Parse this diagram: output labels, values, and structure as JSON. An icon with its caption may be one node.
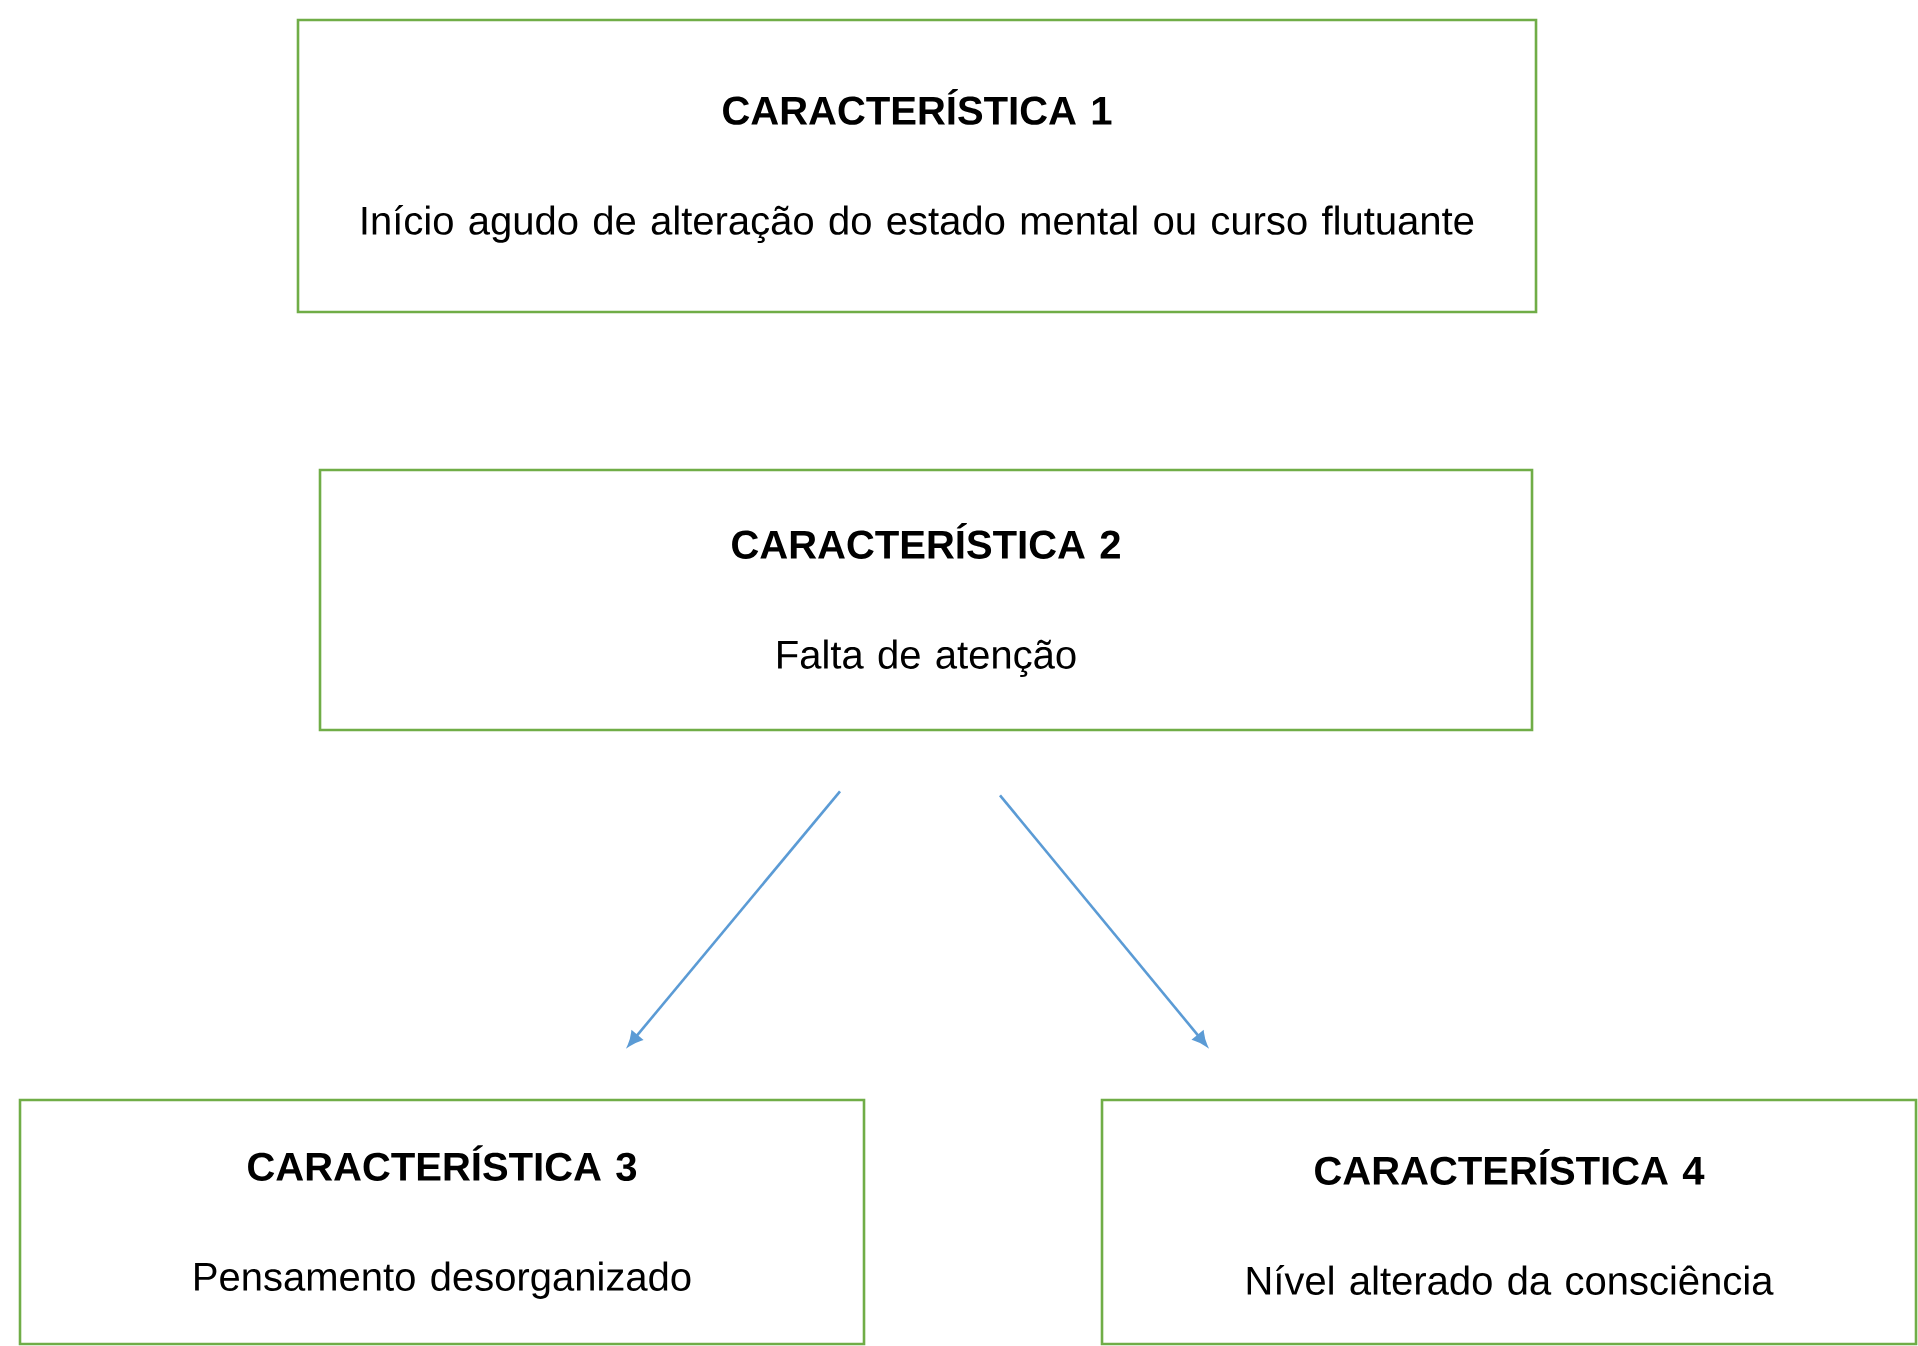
{
  "diagram": {
    "nodes": [
      {
        "text": [
          "CARACTERÍSTICA 1",
          "Início agudo de alteração do estado mental ou curso flutuante"
        ]
      },
      {
        "text": [
          "CARACTERÍSTICA 2",
          "Falta de atenção"
        ]
      },
      {
        "text": [
          "CARACTERÍSTICA 3",
          "Pensamento desorganizado"
        ]
      },
      {
        "text": [
          "CARACTERÍSTICA 4",
          "Nível alterado da consciência"
        ]
      }
    ],
    "edges": [
      {
        "from": 1,
        "to": 2,
        "arrow": "to"
      },
      {
        "from": 1,
        "to": 3,
        "arrow": "to"
      }
    ]
  }
}
